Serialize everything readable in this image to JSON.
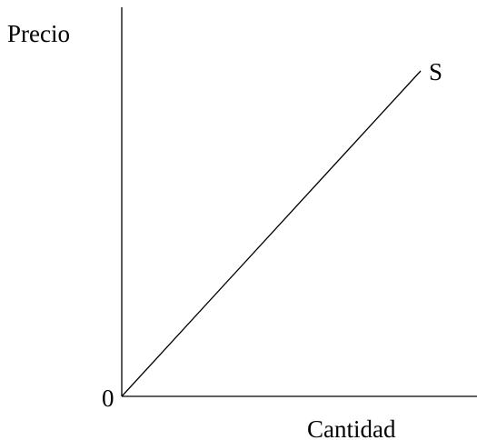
{
  "diagram": {
    "y_axis_label": "Precio",
    "x_axis_label": "Cantidad",
    "origin_label": "0",
    "curve_label": "S",
    "colors": {
      "line": "#000000",
      "background": "#ffffff"
    }
  }
}
